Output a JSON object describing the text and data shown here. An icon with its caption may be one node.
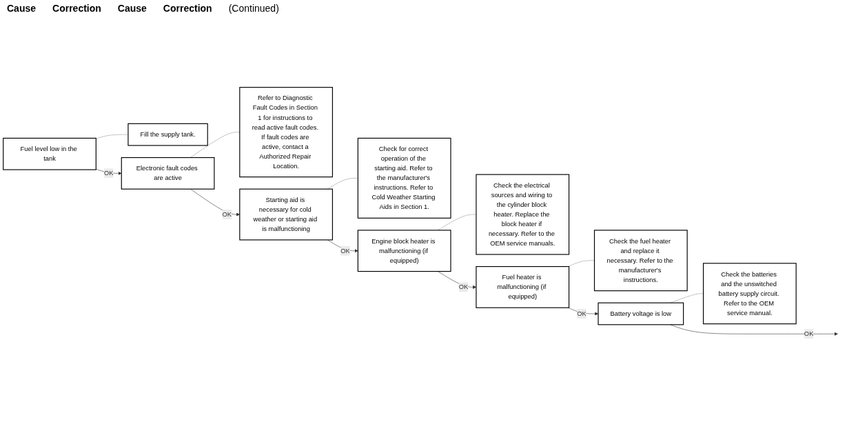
{
  "diagram": {
    "nodes": [
      {
        "text": [
          "Fuel level low in the tank"
        ]
      },
      {
        "text": [
          "Fill the supply tank."
        ]
      },
      {
        "text": [
          "Electronic fault codes are active"
        ]
      },
      {
        "text": [
          "Refer to Diagnostic Fault Codes in Section 1 for instructions to read active fault codes. If fault codes are active, contact a Authorized Repair Location."
        ]
      },
      {
        "text": [
          "Starting aid is necessary for cold weather or starting aid is malfunctioning"
        ]
      },
      {
        "text": [
          "Check for correct operation of the starting aid. Refer to the manufacturer's instructions. Refer to Cold Weather Starting Aids in Section 1."
        ]
      },
      {
        "text": [
          "Engine block heater is malfunctioning (if equipped)"
        ]
      },
      {
        "text": [
          "Check the electrical sources and wiring to the cylinder block heater. Replace the block heater if necessary. Refer to the OEM service manuals."
        ]
      },
      {
        "text": [
          "Fuel heater is malfunctioning (if equipped)"
        ]
      },
      {
        "text": [
          "Check the fuel heater and replace it necessary. Refer to the manufacturer's instructions."
        ]
      },
      {
        "text": [
          "Battery voltage is low"
        ]
      },
      {
        "text": [
          "Check the batteries and the unswitched battery supply circuit. Refer to the OEM service manual."
        ]
      }
    ],
    "edges": [
      {
        "from": 0,
        "to": 1,
        "arrow": "none",
        "style": "dashed"
      },
      {
        "from": 0,
        "to": 2,
        "arrow": "to",
        "label": "OK"
      },
      {
        "from": 2,
        "to": 3,
        "arrow": "none",
        "style": "dashed"
      },
      {
        "from": 2,
        "to": 4,
        "arrow": "to",
        "label": "OK"
      },
      {
        "from": 4,
        "to": 5,
        "arrow": "none",
        "style": "dashed"
      },
      {
        "from": 4,
        "to": 6,
        "arrow": "to",
        "label": "OK"
      },
      {
        "from": 6,
        "to": 7,
        "arrow": "none",
        "style": "dashed"
      },
      {
        "from": 6,
        "to": 8,
        "arrow": "to",
        "label": "OK"
      },
      {
        "from": 8,
        "to": 9,
        "arrow": "none",
        "style": "dashed"
      },
      {
        "from": 8,
        "to": 10,
        "arrow": "to",
        "label": "OK"
      },
      {
        "from": 10,
        "to": 11,
        "arrow": "none",
        "style": "dashed"
      },
      {
        "from": 10,
        "to": null,
        "arrow": "to",
        "label": "OK"
      }
    ],
    "labels": [
      "Cause",
      "Correction",
      "Cause",
      "Correction",
      "(Continued)"
    ]
  }
}
